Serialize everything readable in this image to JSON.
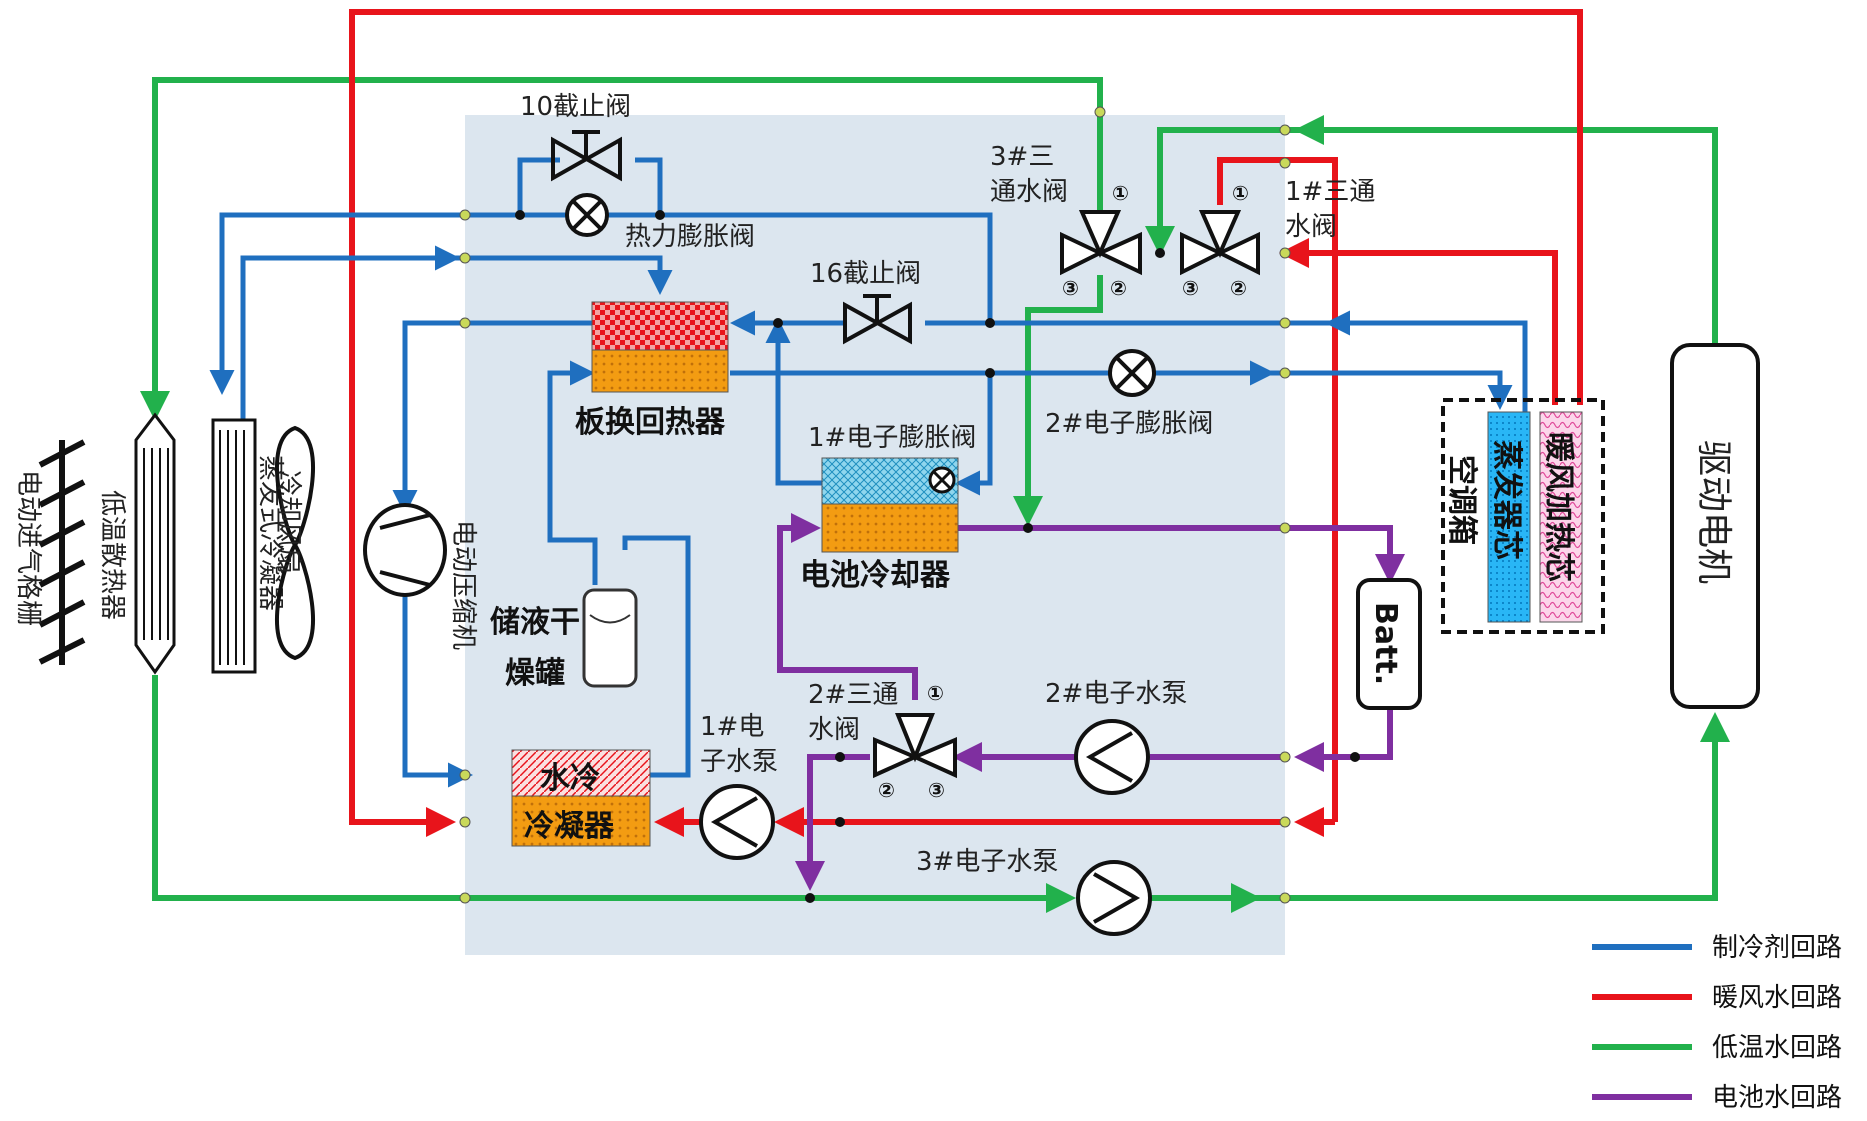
{
  "labels": {
    "valve10": "10截止阀",
    "txv": "热力膨胀阀",
    "valve16": "16截止阀",
    "plate_hx": "板换回热器",
    "eexv1": "1#电子膨胀阀",
    "eexv2": "2#电子膨胀阀",
    "battery_chiller": "电池冷却器",
    "receiver_l1": "储液干",
    "receiver_l2": "燥罐",
    "compressor": "电动压缩机",
    "condenser_top": "水冷",
    "condenser_bottom": "冷凝器",
    "pump1_l1": "1#电",
    "pump1_l2": "子水泵",
    "pump2": "2#电子水泵",
    "pump3": "3#电子水泵",
    "valve3way2_l1": "2#三通",
    "valve3way2_l2": "水阀",
    "valve3way3_l1": "3#三",
    "valve3way3_l2": "通水阀",
    "valve3way1_l1": "1#三通",
    "valve3way1_l2": "水阀",
    "ac_box": "空调箱",
    "evaporator_core": "蒸发器芯",
    "heater_core": "暖风加热芯",
    "battery": "Batt.",
    "drive_motor": "驱动电机",
    "grille": "电动进气格栅",
    "low_temp_radiator": "低温散热器",
    "evap_condenser": "蒸发式冷凝器",
    "cooling_fan": "冷却风扇",
    "port1": "①",
    "port2": "②",
    "port3": "③"
  },
  "legend": [
    {
      "label": "制冷剂回路",
      "color": "#1f6fbf"
    },
    {
      "label": "暖风水回路",
      "color": "#e8141b"
    },
    {
      "label": "低温水回路",
      "color": "#22b14c"
    },
    {
      "label": "电池水回路",
      "color": "#7f2fa0"
    }
  ],
  "colors": {
    "refrigerant": "#1f6fbf",
    "heating_water": "#e8141b",
    "low_temp_water": "#22b14c",
    "battery_water": "#7f2fa0",
    "panel": "#dce6ef"
  },
  "icons": {
    "compressor": "compressor-icon",
    "pump": "pump-icon",
    "expansion_valve": "expansion-valve-icon",
    "shutoff_valve": "shutoff-valve-icon",
    "three_way_valve": "three-way-valve-icon",
    "fan": "fan-icon",
    "grille": "grille-icon"
  }
}
